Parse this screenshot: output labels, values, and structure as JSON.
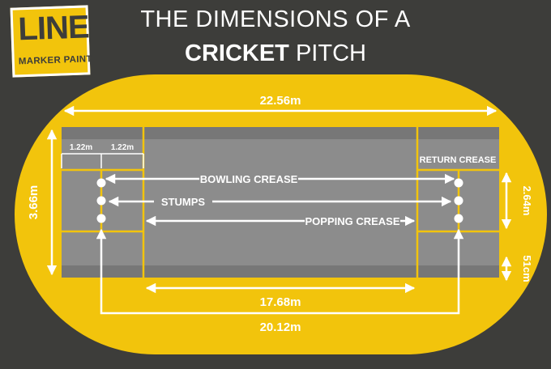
{
  "logo": {
    "line1": "LINE",
    "line2": "MARKER PAINT"
  },
  "title": {
    "line1": "THE DIMENSIONS OF A",
    "line2_bold": "CRICKET",
    "line2_rest": " PITCH"
  },
  "dimensions": {
    "total_length": "22.56m",
    "width": "3.66m",
    "popping_offset_a": "1.22m",
    "popping_offset_b": "1.22m",
    "return_crease_span": "2.64m",
    "margin": "51cm",
    "popping_to_popping": "17.68m",
    "stumps_to_stumps": "20.12m"
  },
  "labels": {
    "bowling_crease": "BOWLING CREASE",
    "stumps": "STUMPS",
    "popping_crease": "POPPING CREASE",
    "return_crease": "RETURN CREASE"
  },
  "colors": {
    "background": "#3d3d3a",
    "oval": "#f2c40c",
    "pitch": "#8c8c8c",
    "pitch_edge": "#757575",
    "lines": "#ffffff"
  }
}
